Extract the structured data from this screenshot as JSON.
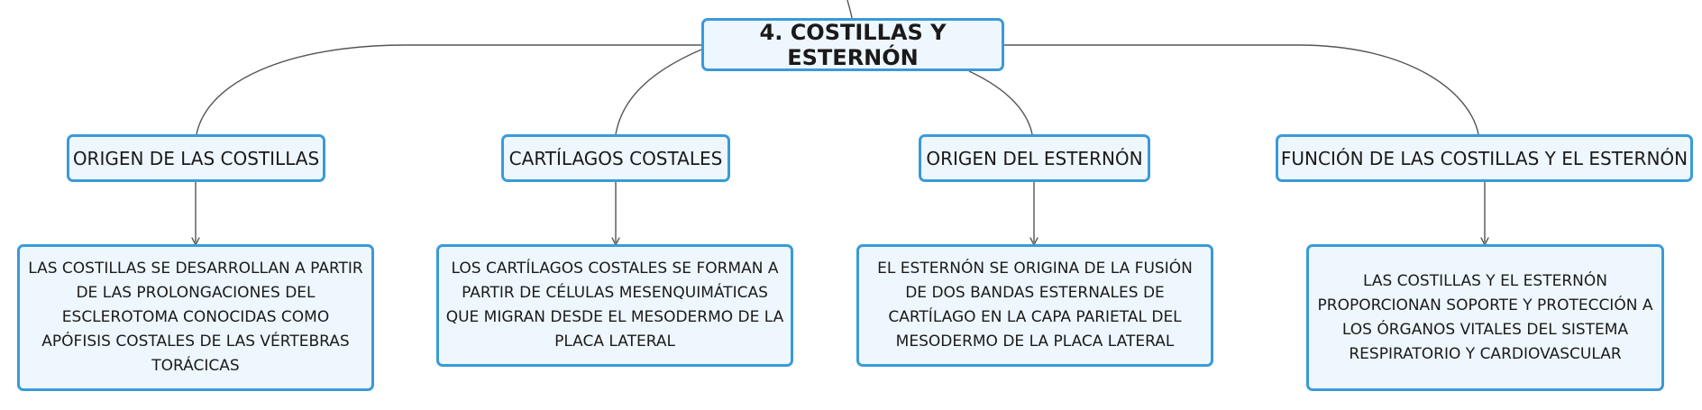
{
  "map": {
    "root": {
      "title": "4. COSTILLAS Y ESTERNÓN"
    },
    "topics": [
      {
        "title": "ORIGEN DE LAS COSTILLAS",
        "detail": "LAS COSTILLAS SE DESARROLLAN A PARTIR DE LAS PROLONGACIONES DEL ESCLEROTOMA CONOCIDAS COMO APÓFISIS COSTALES DE LAS VÉRTEBRAS TORÁCICAS"
      },
      {
        "title": "CARTÍLAGOS COSTALES",
        "detail": "LOS CARTÍLAGOS COSTALES SE FORMAN A PARTIR DE CÉLULAS MESENQUIMÁTICAS QUE MIGRAN DESDE EL MESODERMO DE LA PLACA LATERAL"
      },
      {
        "title": "ORIGEN DEL ESTERNÓN",
        "detail": "EL ESTERNÓN SE ORIGINA DE LA FUSIÓN DE DOS BANDAS ESTERNALES DE CARTÍLAGO EN LA CAPA PARIETAL DEL MESODERMO DE LA PLACA LATERAL"
      },
      {
        "title": "FUNCIÓN DE LAS COSTILLAS Y EL ESTERNÓN",
        "detail": "LAS COSTILLAS Y EL ESTERNÓN PROPORCIONAN SOPORTE Y PROTECCIÓN A LOS ÓRGANOS VITALES DEL SISTEMA RESPIRATORIO Y CARDIOVASCULAR"
      }
    ],
    "colors": {
      "node_border": "#3a9ad9",
      "node_fill": "#eef7fd",
      "connector": "#555555"
    }
  }
}
